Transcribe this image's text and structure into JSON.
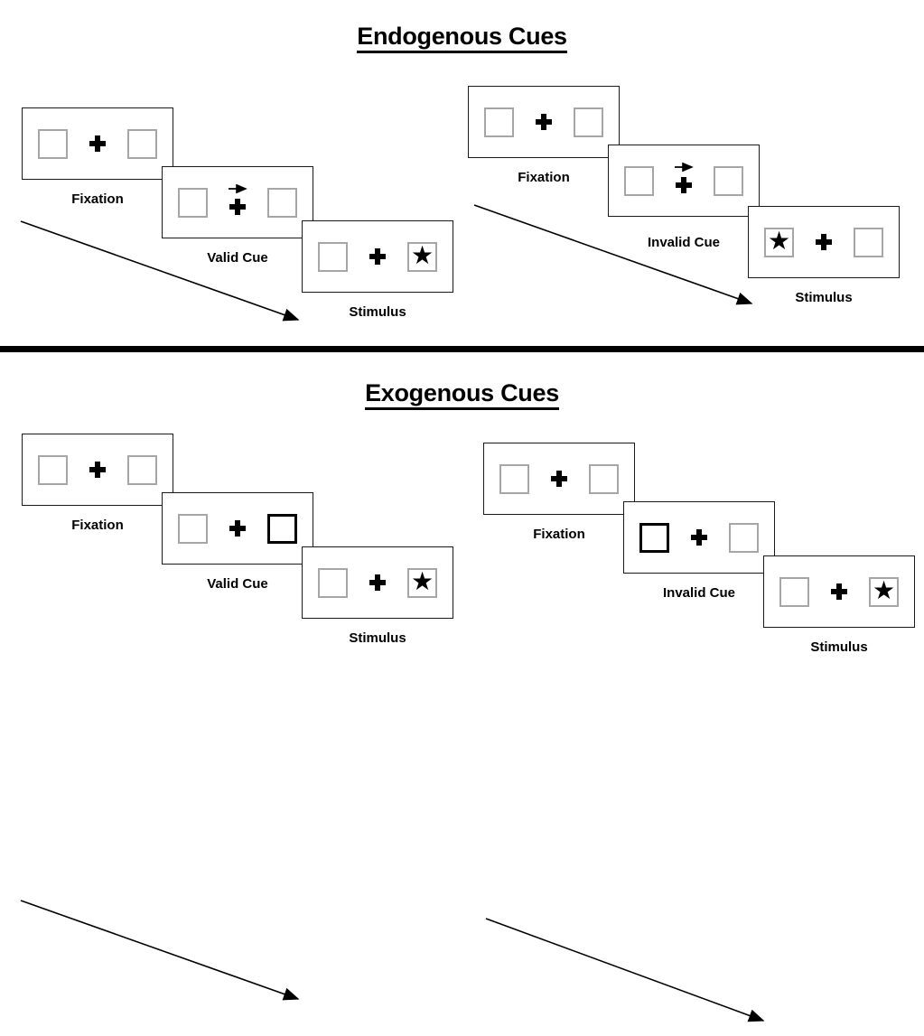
{
  "figure": {
    "colors": {
      "background": "#ffffff",
      "panel_border": "#1a1a1a",
      "box_border_gray": "#a6a6a6",
      "box_border_cued": "#000000",
      "text": "#000000",
      "divider": "#000000"
    }
  },
  "sections": [
    {
      "id": "endogenous",
      "title": "Endogenous Cues",
      "sequences": [
        {
          "id": "endogenous-valid",
          "cue_type": "arrow",
          "panels": [
            {
              "label": "Fixation",
              "left_box": {
                "cued": false,
                "content": ""
              },
              "right_box": {
                "cued": false,
                "content": ""
              },
              "center": {
                "plus": true,
                "arrow": false,
                "arrow_direction": ""
              }
            },
            {
              "label": "Valid Cue",
              "left_box": {
                "cued": false,
                "content": ""
              },
              "right_box": {
                "cued": false,
                "content": ""
              },
              "center": {
                "plus": true,
                "arrow": true,
                "arrow_direction": "right"
              }
            },
            {
              "label": "Stimulus",
              "left_box": {
                "cued": false,
                "content": ""
              },
              "right_box": {
                "cued": false,
                "content": "★"
              },
              "center": {
                "plus": true,
                "arrow": false,
                "arrow_direction": ""
              }
            }
          ]
        },
        {
          "id": "endogenous-invalid",
          "cue_type": "arrow",
          "panels": [
            {
              "label": "Fixation",
              "left_box": {
                "cued": false,
                "content": ""
              },
              "right_box": {
                "cued": false,
                "content": ""
              },
              "center": {
                "plus": true,
                "arrow": false,
                "arrow_direction": ""
              }
            },
            {
              "label": "Invalid Cue",
              "left_box": {
                "cued": false,
                "content": ""
              },
              "right_box": {
                "cued": false,
                "content": ""
              },
              "center": {
                "plus": true,
                "arrow": true,
                "arrow_direction": "right"
              }
            },
            {
              "label": "Stimulus",
              "left_box": {
                "cued": false,
                "content": "★"
              },
              "right_box": {
                "cued": false,
                "content": ""
              },
              "center": {
                "plus": true,
                "arrow": false,
                "arrow_direction": ""
              }
            }
          ]
        }
      ]
    },
    {
      "id": "exogenous",
      "title": "Exogenous Cues",
      "sequences": [
        {
          "id": "exogenous-valid",
          "cue_type": "peripheral-box",
          "panels": [
            {
              "label": "Fixation",
              "left_box": {
                "cued": false,
                "content": ""
              },
              "right_box": {
                "cued": false,
                "content": ""
              },
              "center": {
                "plus": true,
                "arrow": false,
                "arrow_direction": ""
              }
            },
            {
              "label": "Valid Cue",
              "left_box": {
                "cued": false,
                "content": ""
              },
              "right_box": {
                "cued": true,
                "content": ""
              },
              "center": {
                "plus": true,
                "arrow": false,
                "arrow_direction": ""
              }
            },
            {
              "label": "Stimulus",
              "left_box": {
                "cued": false,
                "content": ""
              },
              "right_box": {
                "cued": false,
                "content": "★"
              },
              "center": {
                "plus": true,
                "arrow": false,
                "arrow_direction": ""
              }
            }
          ]
        },
        {
          "id": "exogenous-invalid",
          "cue_type": "peripheral-box",
          "panels": [
            {
              "label": "Fixation",
              "left_box": {
                "cued": false,
                "content": ""
              },
              "right_box": {
                "cued": false,
                "content": ""
              },
              "center": {
                "plus": true,
                "arrow": false,
                "arrow_direction": ""
              }
            },
            {
              "label": "Invalid Cue",
              "left_box": {
                "cued": true,
                "content": ""
              },
              "right_box": {
                "cued": false,
                "content": ""
              },
              "center": {
                "plus": true,
                "arrow": false,
                "arrow_direction": ""
              }
            },
            {
              "label": "Stimulus",
              "left_box": {
                "cued": false,
                "content": ""
              },
              "right_box": {
                "cued": false,
                "content": "★"
              },
              "center": {
                "plus": true,
                "arrow": false,
                "arrow_direction": ""
              }
            }
          ]
        }
      ]
    }
  ]
}
